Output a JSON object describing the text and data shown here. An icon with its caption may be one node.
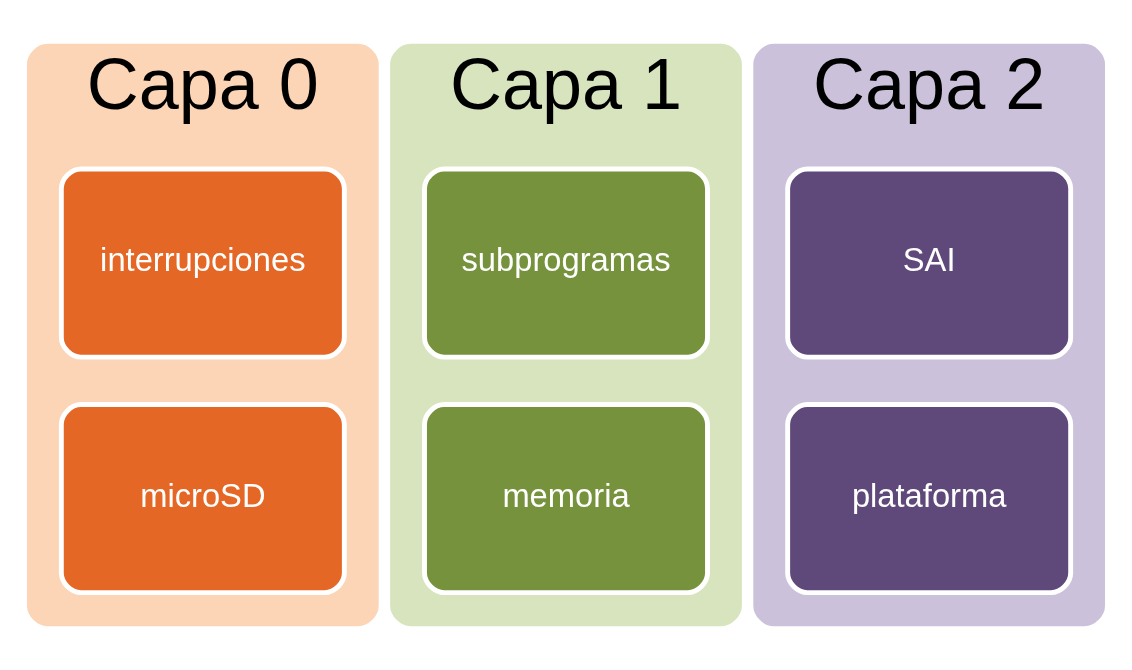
{
  "diagram": {
    "nodes": [
      {
        "text": [
          "Capa 0"
        ]
      },
      {
        "text": [
          "interrupciones"
        ],
        "in": 0
      },
      {
        "text": [
          "microSD"
        ],
        "in": 0
      },
      {
        "text": [
          "Capa 1"
        ]
      },
      {
        "text": [
          "subprogramas"
        ],
        "in": 3
      },
      {
        "text": [
          "memoria"
        ],
        "in": 3
      },
      {
        "text": [
          "Capa 2"
        ]
      },
      {
        "text": [
          "SAI"
        ],
        "in": 6
      },
      {
        "text": [
          "plataforma"
        ],
        "in": 6
      }
    ],
    "edges": []
  }
}
